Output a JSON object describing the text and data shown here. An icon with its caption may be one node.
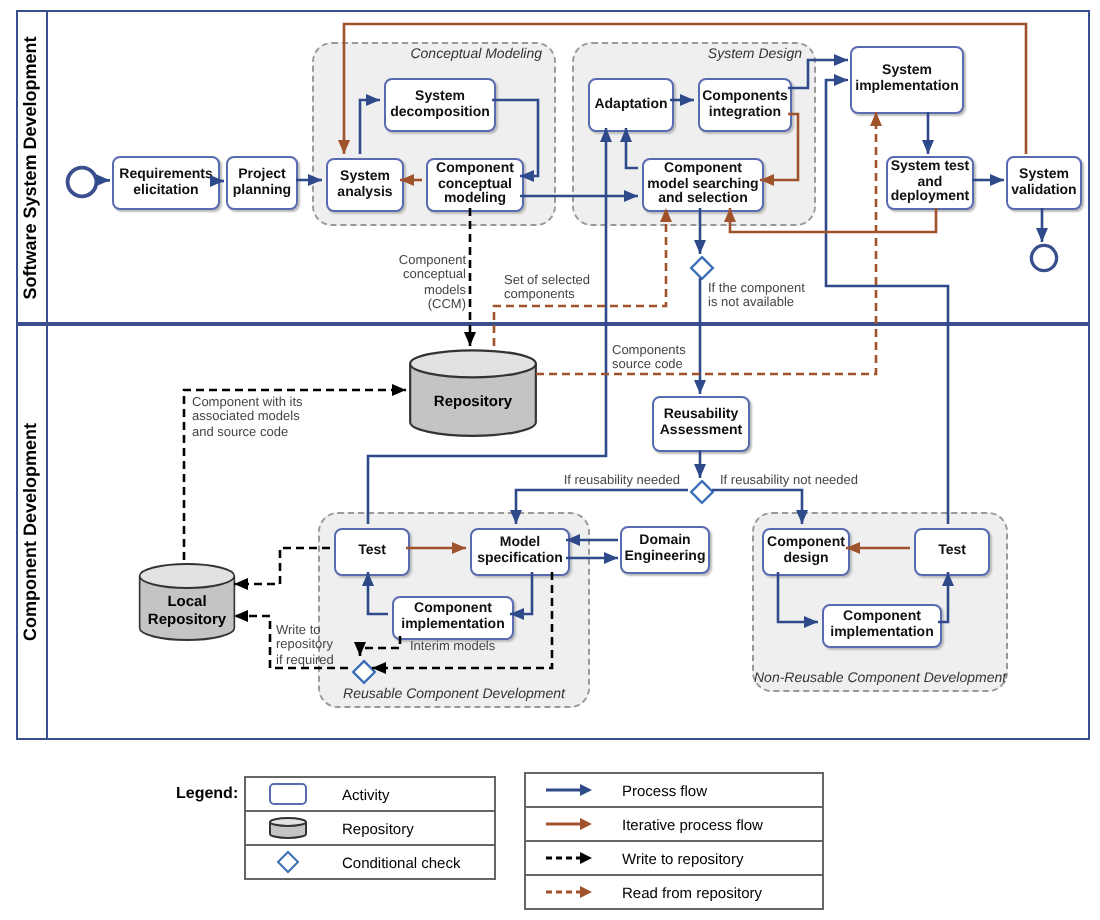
{
  "diagram": {
    "nodes": [
      {
        "text": [
          "Software System Development"
        ]
      },
      {
        "text": [],
        "shape": "circle",
        "in": 0
      },
      {
        "text": [
          "Requirements elicitation"
        ],
        "in": 0
      },
      {
        "text": [
          "Project planning"
        ],
        "in": 0
      },
      {
        "text": [
          "Conceptual Modeling"
        ],
        "in": 0
      },
      {
        "text": [
          "System analysis"
        ],
        "in": 4
      },
      {
        "text": [
          "System decomposition"
        ],
        "in": 4
      },
      {
        "text": [
          "Component conceptual modeling"
        ],
        "in": 4
      },
      {
        "text": [
          "System Design"
        ],
        "in": 0
      },
      {
        "text": [
          "Adaptation"
        ],
        "in": 8
      },
      {
        "text": [
          "Components integration"
        ],
        "in": 8
      },
      {
        "text": [
          "Component model searching and selection"
        ],
        "in": 8
      },
      {
        "text": [
          "System implementation"
        ],
        "in": 0
      },
      {
        "text": [
          "System test and deployment"
        ],
        "in": 0
      },
      {
        "text": [
          "System validation"
        ],
        "in": 0
      },
      {
        "text": [],
        "shape": "circle",
        "in": 0
      },
      {
        "text": [],
        "shape": "diamond",
        "in": 0
      },
      {
        "text": [
          "Component Development"
        ]
      },
      {
        "text": [
          "Repository"
        ],
        "in": 17
      },
      {
        "text": [
          "Reusability Assessment"
        ],
        "in": 17
      },
      {
        "text": [],
        "shape": "diamond",
        "in": 17
      },
      {
        "text": [
          "Reusable Component Development"
        ],
        "in": 17
      },
      {
        "text": [
          "Test"
        ],
        "in": 21
      },
      {
        "text": [
          "Model specification"
        ],
        "in": 21
      },
      {
        "text": [
          "Component implementation"
        ],
        "in": 21
      },
      {
        "text": [],
        "shape": "diamond",
        "in": 21
      },
      {
        "text": [
          "Domain Engineering"
        ],
        "in": 17
      },
      {
        "text": [
          "Local Repository"
        ],
        "in": 17
      },
      {
        "text": [
          "Non-Reusable Component Development"
        ],
        "in": 17
      },
      {
        "text": [
          "Component design"
        ],
        "in": 28
      },
      {
        "text": [
          "Test"
        ],
        "in": 28
      },
      {
        "text": [
          "Component implementation"
        ],
        "in": 28
      }
    ],
    "edges": [
      {
        "from": 1,
        "to": 2,
        "arrow": "to"
      },
      {
        "from": 2,
        "to": 3,
        "arrow": "to"
      },
      {
        "from": 3,
        "to": 5,
        "arrow": "to"
      },
      {
        "from": 5,
        "to": 6,
        "arrow": "to"
      },
      {
        "from": 6,
        "to": 7,
        "arrow": "to"
      },
      {
        "from": 7,
        "to": 11,
        "arrow": "to"
      },
      {
        "from": 11,
        "to": 9,
        "arrow": "to"
      },
      {
        "from": 9,
        "to": 10,
        "arrow": "to"
      },
      {
        "from": 10,
        "to": 12,
        "arrow": "to"
      },
      {
        "from": 12,
        "to": 13,
        "arrow": "to"
      },
      {
        "from": 13,
        "to": 14,
        "arrow": "to"
      },
      {
        "from": 14,
        "to": 15,
        "arrow": "to"
      },
      {
        "from": 11,
        "to": 16,
        "arrow": "to"
      },
      {
        "from": 16,
        "to": 19,
        "arrow": "to",
        "label": "If the component is not available"
      },
      {
        "from": 19,
        "to": 20,
        "arrow": "to"
      },
      {
        "from": 20,
        "to": 23,
        "arrow": "to",
        "label": "If reusability needed"
      },
      {
        "from": 20,
        "to": 29,
        "arrow": "to",
        "label": "If reusability not needed"
      },
      {
        "from": 22,
        "to": 9,
        "arrow": "to"
      },
      {
        "from": 30,
        "to": 12,
        "arrow": "to"
      },
      {
        "from": 26,
        "to": 23,
        "arrow": "to"
      },
      {
        "from": 23,
        "to": 26,
        "arrow": "to"
      },
      {
        "from": 23,
        "to": 24,
        "arrow": "to"
      },
      {
        "from": 24,
        "to": 22,
        "arrow": "to"
      },
      {
        "from": 29,
        "to": 31,
        "arrow": "to"
      },
      {
        "from": 31,
        "to": 30,
        "arrow": "to"
      },
      {
        "from": 14,
        "to": 5,
        "arrow": "to",
        "color": "#a0522d"
      },
      {
        "from": 7,
        "to": 5,
        "arrow": "to",
        "color": "#a0522d"
      },
      {
        "from": 10,
        "to": 11,
        "arrow": "to",
        "color": "#a0522d"
      },
      {
        "from": 13,
        "to": 11,
        "arrow": "to",
        "color": "#a0522d"
      },
      {
        "from": 22,
        "to": 23,
        "arrow": "to",
        "color": "#a0522d"
      },
      {
        "from": 30,
        "to": 29,
        "arrow": "to",
        "color": "#a0522d"
      },
      {
        "from": 7,
        "to": 18,
        "arrow": "to",
        "style": "dashed",
        "color": "#000000",
        "label": "Component conceptual models (CCM)"
      },
      {
        "from": 27,
        "to": 18,
        "arrow": "to",
        "style": "dashed",
        "color": "#000000",
        "label": "Component with its associated models and source code"
      },
      {
        "from": 22,
        "to": 27,
        "arrow": "to",
        "style": "dashed",
        "color": "#000000"
      },
      {
        "from": 25,
        "to": 27,
        "arrow": "to",
        "style": "dashed",
        "color": "#000000",
        "label": "Write to repository if required"
      },
      {
        "from": 23,
        "to": 25,
        "arrow": "to",
        "style": "dashed",
        "color": "#000000"
      },
      {
        "from": 24,
        "to": 25,
        "arrow": "to",
        "style": "dashed",
        "color": "#000000",
        "label": "Interim models"
      },
      {
        "from": 18,
        "to": 11,
        "arrow": "to",
        "style": "dashed",
        "color": "#a0522d",
        "label": "Set of selected components"
      },
      {
        "from": 18,
        "to": 12,
        "arrow": "to",
        "style": "dashed",
        "color": "#a0522d",
        "label": "Components source code"
      }
    ],
    "labels": [
      "Legend:"
    ],
    "legend": [
      {
        "text": "Activity"
      },
      {
        "text": "Repository"
      },
      {
        "text": "Conditional check"
      },
      {
        "text": "Process flow"
      },
      {
        "text": "Iterative process flow"
      },
      {
        "text": "Write to repository"
      },
      {
        "text": "Read from repository"
      }
    ]
  }
}
